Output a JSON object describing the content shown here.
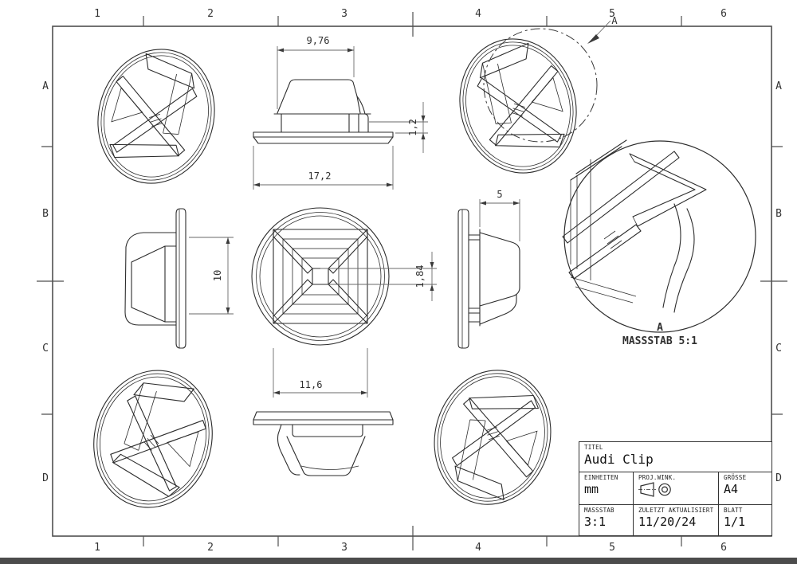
{
  "sheet": {
    "column_labels": [
      "1",
      "2",
      "3",
      "4",
      "5",
      "6"
    ],
    "row_labels": [
      "A",
      "B",
      "C",
      "D"
    ]
  },
  "dimensions": {
    "head_width": "9,76",
    "base_width": "17,2",
    "flange_thickness": "1,2",
    "height": "10",
    "top_width": "11,6",
    "slot": "1,84",
    "depth": "5"
  },
  "detail": {
    "callout": "A",
    "label": "A",
    "scale_label": "MASSSTAB 5:1"
  },
  "title_block": {
    "titel_label": "TITEL",
    "titel": "Audi Clip",
    "einheiten_label": "EINHEITEN",
    "einheiten": "mm",
    "projwink_label": "PROJ.WINK.",
    "groesse_label": "GRÖSSE",
    "groesse": "A4",
    "massstab_label": "MASSSTAB",
    "massstab": "3:1",
    "aktualisiert_label": "ZULETZT AKTUALISIERT",
    "aktualisiert": "11/20/24",
    "blatt_label": "BLATT",
    "blatt": "1/1"
  },
  "colors": {
    "line": "#2d2d2d",
    "dimension_line": "#6a6a6a",
    "frame": "#4f4f4f",
    "bottom_bar": "#4c4c4c"
  }
}
